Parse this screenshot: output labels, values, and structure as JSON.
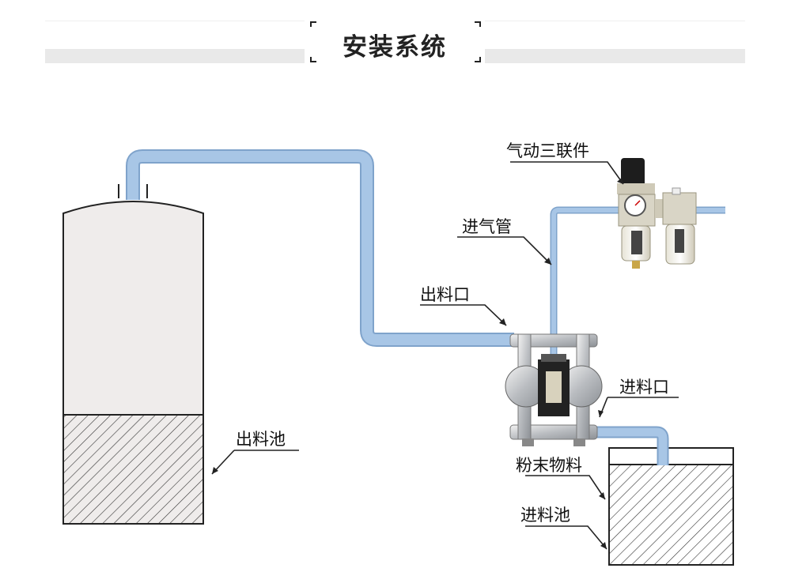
{
  "header": {
    "title": "安装系统"
  },
  "labels": {
    "air_frl": "气动三联件",
    "air_inlet_pipe": "进气管",
    "discharge_port": "出料口",
    "suction_port": "进料口",
    "discharge_tank": "出料池",
    "powder_material": "粉末物料",
    "feed_tank": "进料池"
  },
  "colors": {
    "pipe": "#a8c6e6",
    "pipe_edge": "#7fa3cb",
    "tank_fill": "#efeceb",
    "outline": "#222222"
  }
}
